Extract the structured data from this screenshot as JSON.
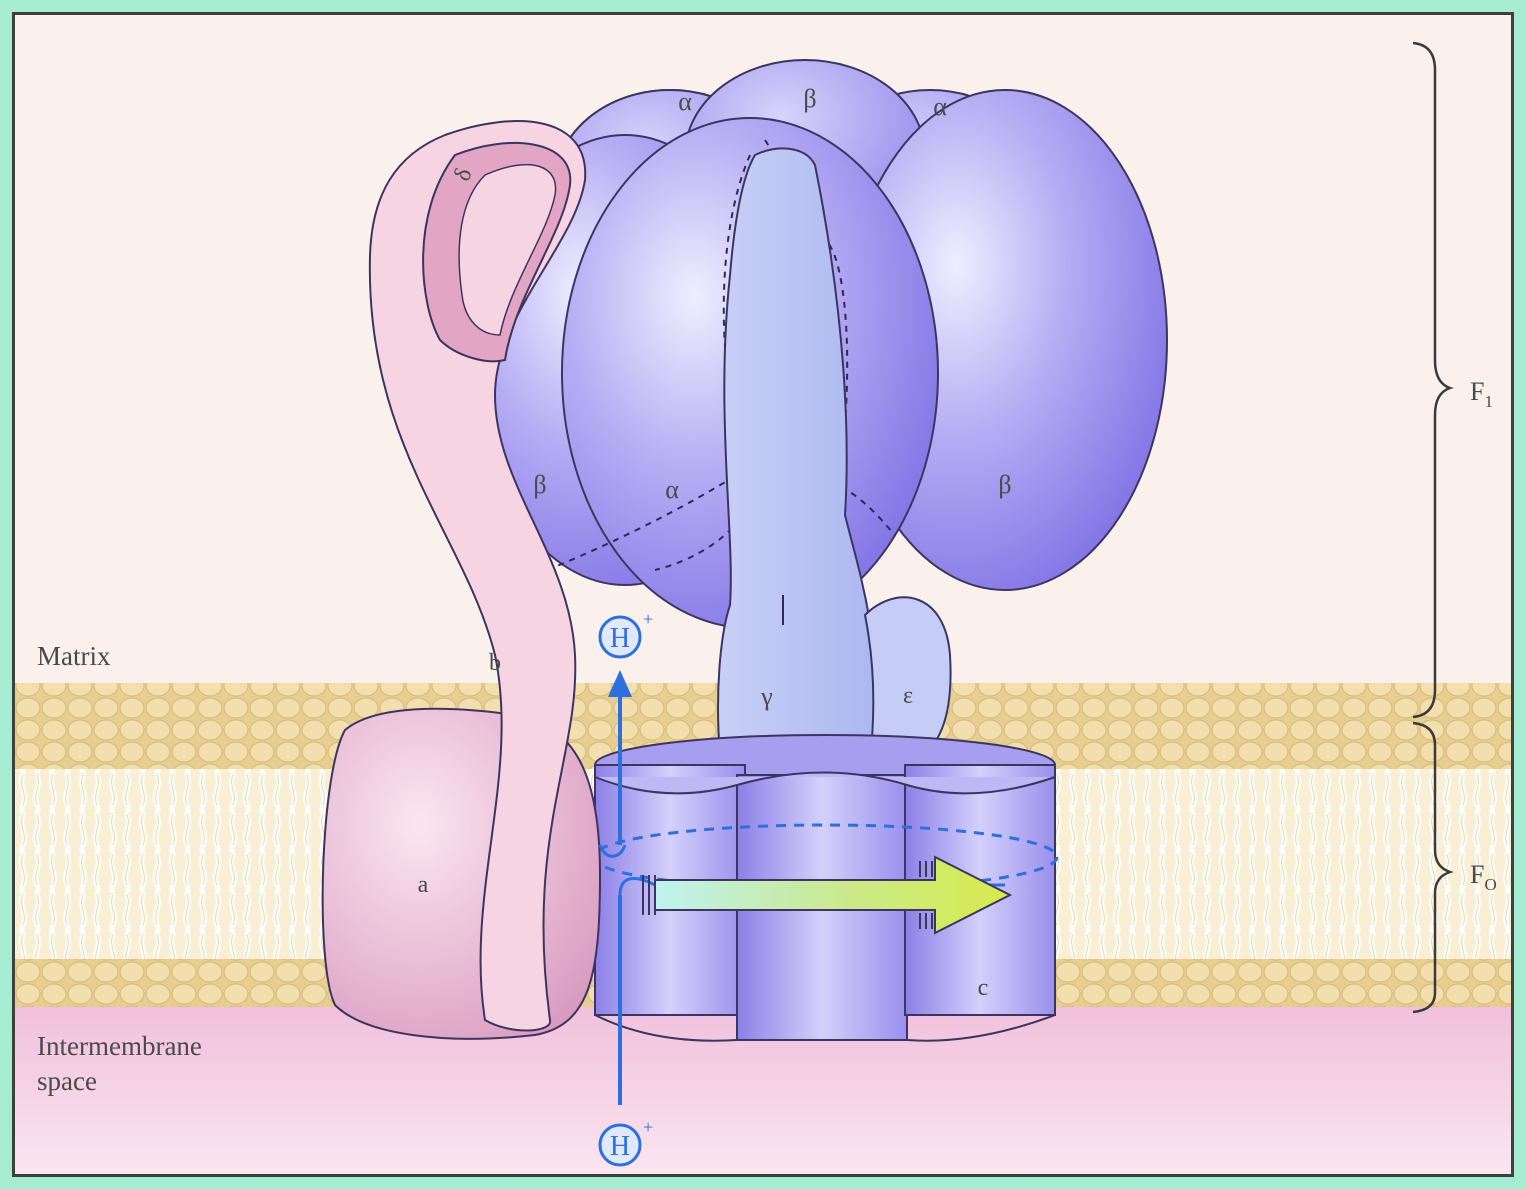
{
  "diagram": {
    "labels": {
      "alpha": "α",
      "beta": "β",
      "delta": "δ",
      "gamma": "γ",
      "epsilon": "ε",
      "b": "b",
      "a": "a",
      "c": "c",
      "matrix": "Matrix",
      "intermembrane_line1": "Intermembrane",
      "intermembrane_line2": "space",
      "proton": "H",
      "proton_charge": "+",
      "f1_main": "F",
      "f1_sub": "1",
      "fo_main": "F",
      "fo_sub": "O"
    },
    "colors": {
      "frame_bg": "#a6ecd3",
      "matrix_bg": "#fbf1ec",
      "intermembrane_bg": "#f3cde3",
      "lipid_head": "#efd9a3",
      "lipid_tail": "#f7eed2",
      "subunit_purple": "#9d91ef",
      "subunit_light_blue": "#b9c4f4",
      "stator_pink": "#f3c6d8",
      "subunit_a_pink": "#eab9d3",
      "proton_arrow": "#2c6fe0",
      "rotation_arrow": "#d2ec5a"
    }
  }
}
